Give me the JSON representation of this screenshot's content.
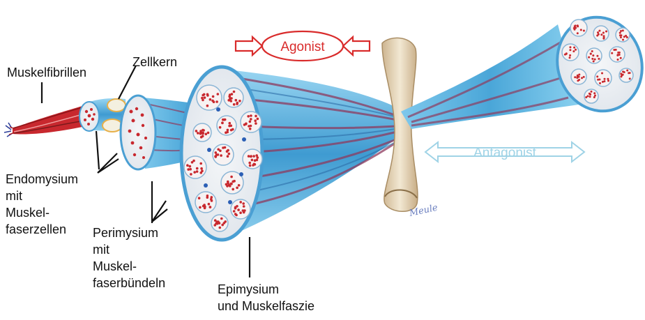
{
  "labels": {
    "muskelfibrillen": "Muskelfibrillen",
    "zellkern": "Zellkern",
    "endomysium": [
      "Endomysium",
      "mit",
      "Muskel-",
      "faserzellen"
    ],
    "perimysium": [
      "Perimysium",
      "mit",
      "Muskel-",
      "faserbündeln"
    ],
    "epimysium": [
      "Epimysium",
      "und Muskelfaszie"
    ],
    "agonist": "Agonist",
    "antagonist": "Antagonist"
  },
  "colors": {
    "agonist": "#d92b2b",
    "antagonist": "#9fd3e6",
    "fascia_blue": "#5ab0dd",
    "fiber_red": "#c8282e",
    "bone": "#e8dcc4"
  },
  "signature": "Meule"
}
